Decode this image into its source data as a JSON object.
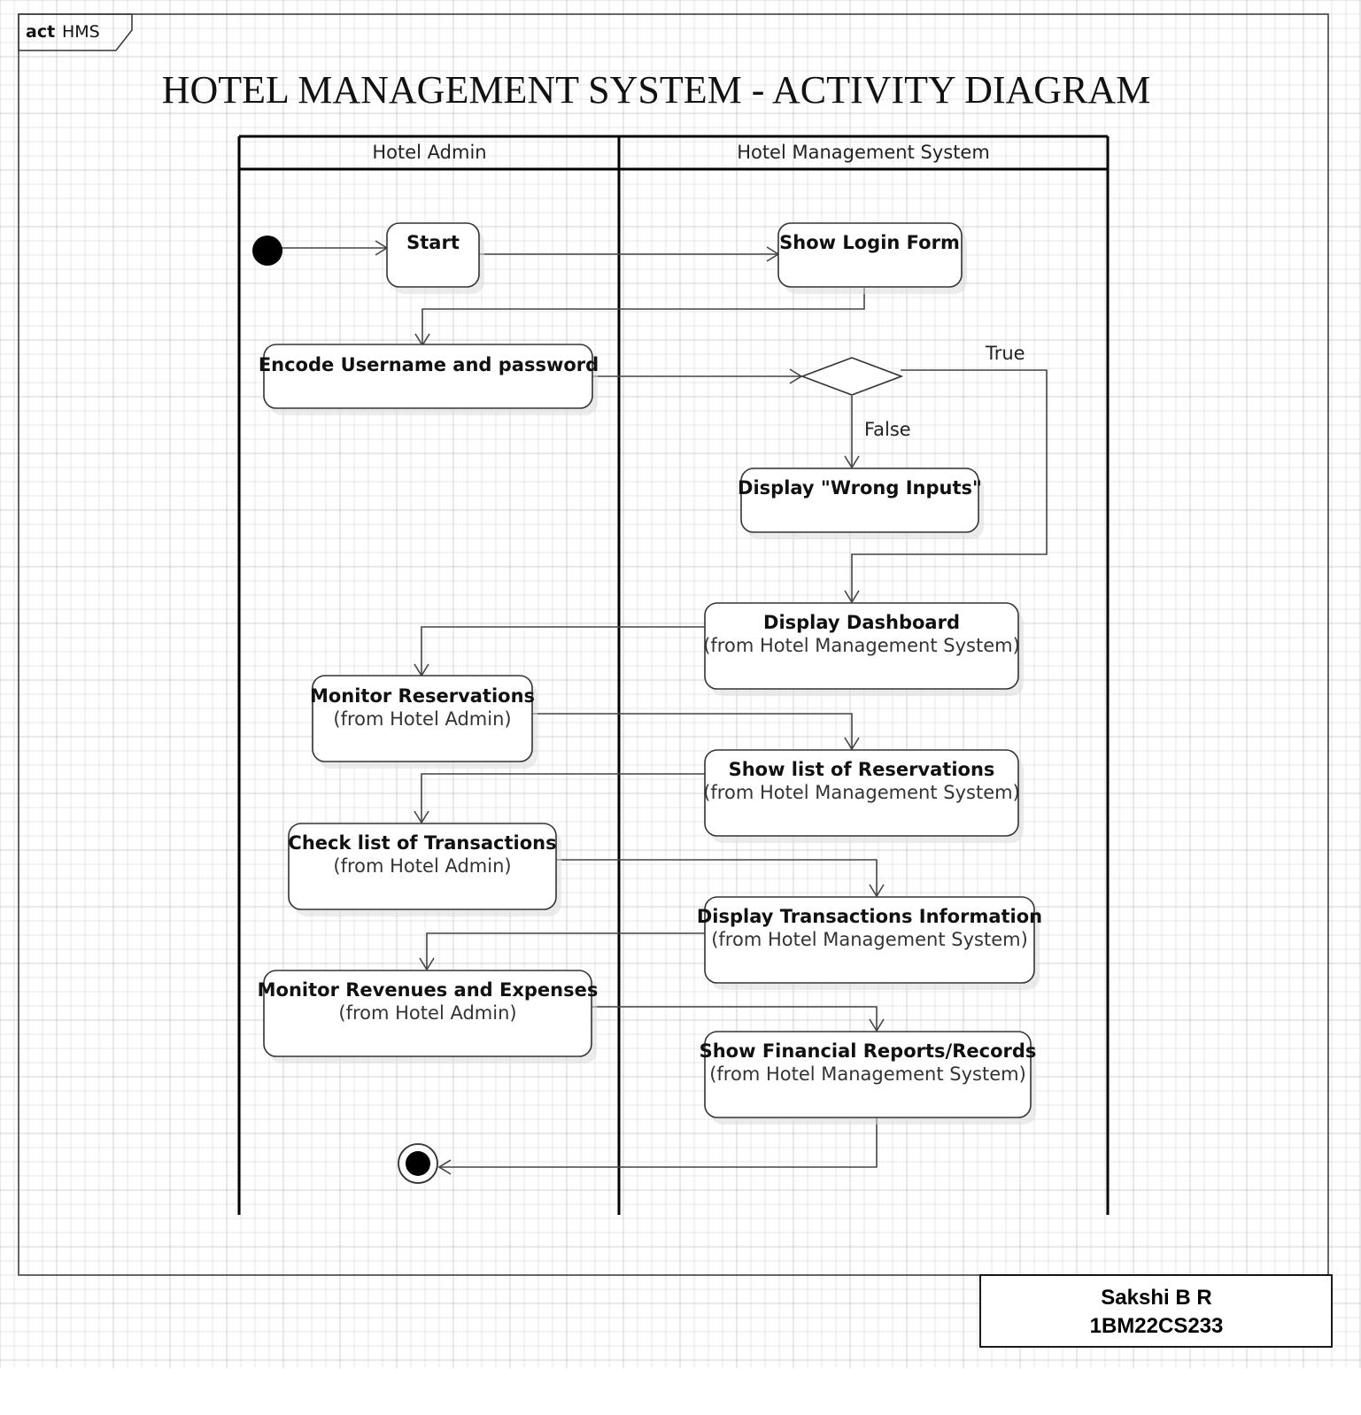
{
  "frame": {
    "keyword": "act",
    "name": "HMS"
  },
  "title": "HOTEL MANAGEMENT SYSTEM - ACTIVITY DIAGRAM",
  "swimlanes": [
    "Hotel Admin",
    "Hotel Management System"
  ],
  "nodes": {
    "start": {
      "label": "Start"
    },
    "show_login_form": {
      "label": "Show Login Form"
    },
    "encode_credentials": {
      "label": "Encode Username and password"
    },
    "wrong_inputs": {
      "label": "Display \"Wrong Inputs\""
    },
    "display_dashboard": {
      "label": "Display Dashboard",
      "sub": "(from Hotel Management System)"
    },
    "monitor_reservations": {
      "label": "Monitor Reservations",
      "sub": "(from Hotel Admin)"
    },
    "show_reservations": {
      "label": "Show list of Reservations",
      "sub": "(from Hotel Management System)"
    },
    "check_transactions": {
      "label": "Check list of Transactions",
      "sub": "(from Hotel Admin)"
    },
    "display_transactions": {
      "label": "Display Transactions Information",
      "sub": "(from Hotel Management System)"
    },
    "monitor_revenues": {
      "label": "Monitor Revenues and Expenses",
      "sub": "(from Hotel Admin)"
    },
    "financial_reports": {
      "label": "Show Financial Reports/Records",
      "sub": "(from Hotel Management System)"
    }
  },
  "guards": {
    "true_label": "True",
    "false_label": "False"
  },
  "author": {
    "name": "Sakshi B R",
    "id": "1BM22CS233"
  }
}
